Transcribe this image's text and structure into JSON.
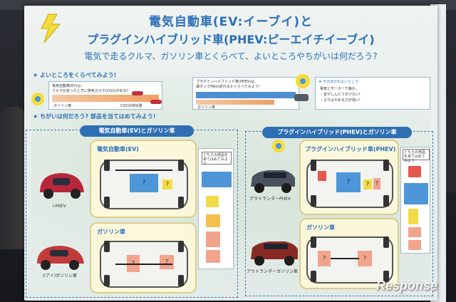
{
  "header": {
    "title_line1": "電気自動車(EV:イーブイ)と",
    "title_line2": "プラグインハイブリッド車(PHEV:ピーエイチイーブイ)",
    "subtitle": "電気で走るクルマ、ガソリン車とくらべて、よいところやちがいは何だろう?"
  },
  "top_section": {
    "heading_compare": "★ よいところをくらべてみよう!",
    "heading_right": "★ そのほかのよいところ",
    "ev_text1": "電気自動車(EV)は、",
    "ev_text2": "クルマが走ったときに排気ガスや(CO2)が出る?",
    "ev_car_label": "ガソリン車",
    "ev_value_note": "CO2の排出量",
    "phev_text1": "プラグインハイブリッド車(PHEV)は、",
    "phev_text2": "満タンで何km走れるかくらべてみよう!",
    "phev_car_label": "ガソリン車",
    "right_notes": [
      "電気とモーターで静か。",
      "・音やしんどうが少ない!",
      "・よりはやめる力が強い!"
    ]
  },
  "middle_heading": "★ ちがいは何だろう? 部品を当てはめてみよう!",
  "ev_panel": {
    "pill": "電気自動車(EV)とガソリン車",
    "card1_label": "電気自動車(EV)",
    "card2_label": "ガソリン車",
    "car1_caption": "i-MiEV",
    "car2_caption": "i(アイ)ガソリン車",
    "question_card": "どちらの部品をあてはめてみよう",
    "question_mark": "?"
  },
  "phev_panel": {
    "pill": "プラグインハイブリッド(PHEV)とガソリン車",
    "card1_label": "プラグインハイブリッド車(PHEV)",
    "card2_label": "ガソリン車",
    "car1_caption": "アウトランダーPHEV",
    "car2_caption": "アウトランダーガソリン車",
    "question_card": "どちらの部品をあてはめてみよう",
    "question_mark": "?"
  },
  "watermark": "Response",
  "colors": {
    "accent_blue": "#2c6fb7",
    "board": "#eef3f1",
    "card": "#fbf7da",
    "ev_car": "#b8263c"
  }
}
